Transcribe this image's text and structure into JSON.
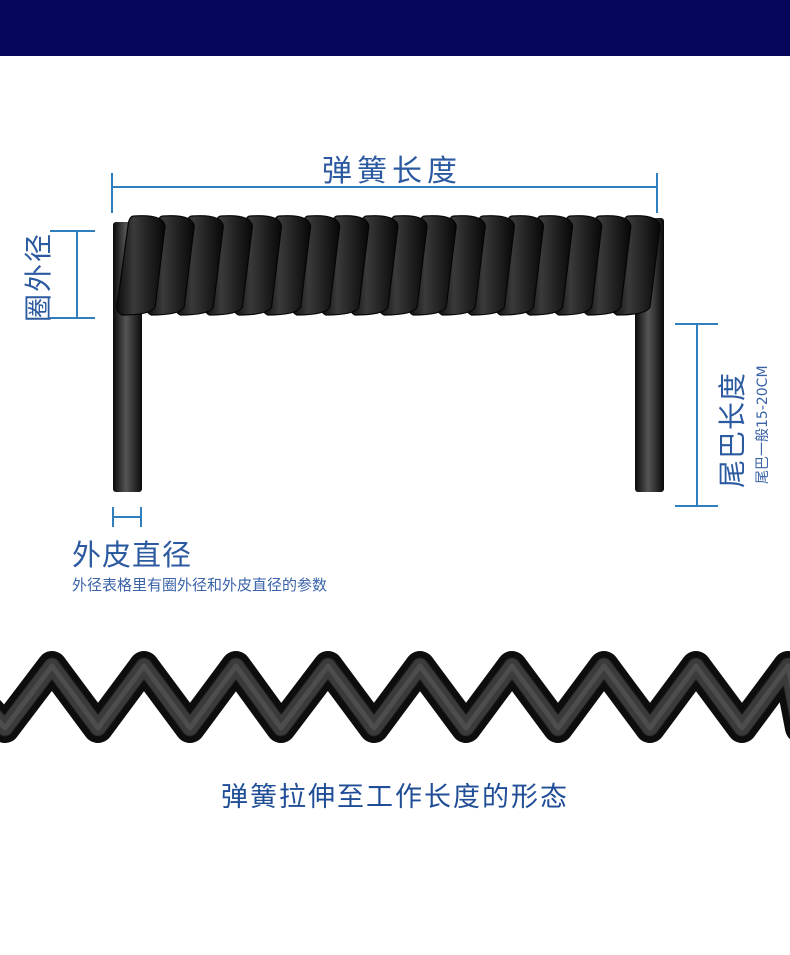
{
  "colors": {
    "header": "#05065a",
    "dimension_line": "#2f7fbf",
    "label_text": "#2c5aa0",
    "cable": "#1a1a1a"
  },
  "labels": {
    "spring_length": "弹簧长度",
    "outer_coil_diameter": "圈外径",
    "tail_length": "尾巴长度",
    "tail_length_note": "尾巴一般15-20CM",
    "jacket_diameter": "外皮直径",
    "jacket_note": "外径表格里有圈外径和外皮直径的参数",
    "stretched_caption": "弹簧拉伸至工作长度的形态"
  }
}
